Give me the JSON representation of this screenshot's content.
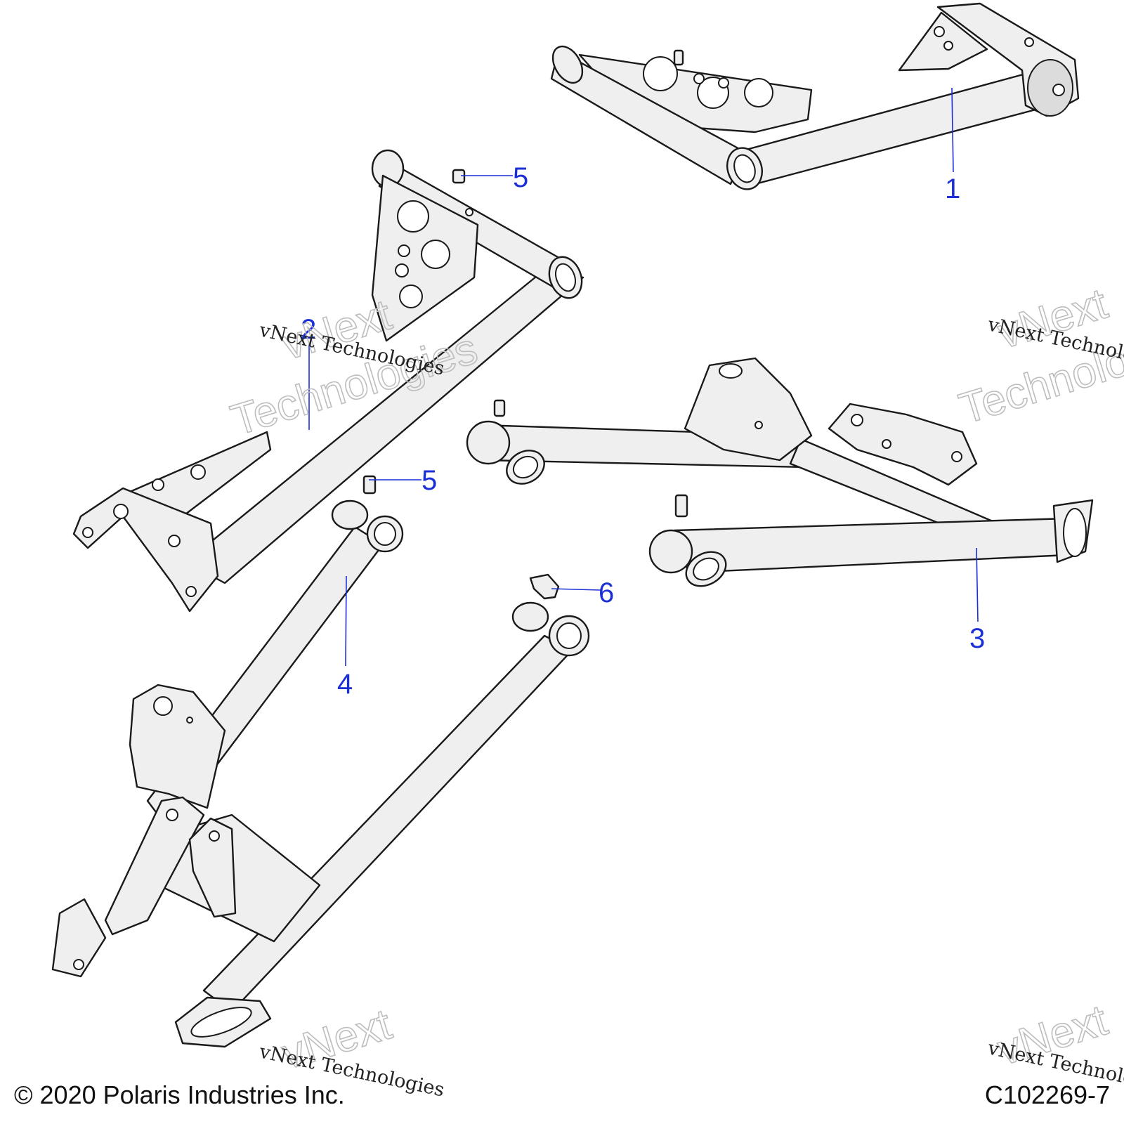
{
  "callouts": [
    {
      "id": "c1",
      "label": "1"
    },
    {
      "id": "c2",
      "label": "2"
    },
    {
      "id": "c3",
      "label": "3"
    },
    {
      "id": "c4",
      "label": "4"
    },
    {
      "id": "c5a",
      "label": "5"
    },
    {
      "id": "c5b",
      "label": "5"
    },
    {
      "id": "c6",
      "label": "6"
    }
  ],
  "watermark": {
    "line1": "vNext Technologies",
    "word1": "vNext",
    "word2": "Technologies"
  },
  "footer": {
    "copyright": "© 2020 Polaris Industries Inc.",
    "diagram_id": "C102269-7"
  },
  "colors": {
    "callout": "#1a2fd6",
    "line": "#1a1a1a",
    "fill": "#efefef"
  }
}
